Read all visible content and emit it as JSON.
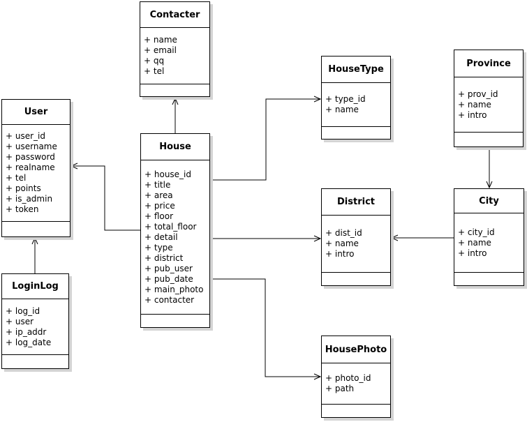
{
  "diagram": {
    "type": "uml-class-diagram",
    "entities": [
      {
        "id": "contacter",
        "name": "Contacter",
        "attributes": [
          "+ name",
          "+ email",
          "+ qq",
          "+ tel"
        ]
      },
      {
        "id": "user",
        "name": "User",
        "attributes": [
          "+ user_id",
          "+ username",
          "+ password",
          "+ realname",
          "+ tel",
          "+ points",
          "+ is_admin",
          "+ token"
        ]
      },
      {
        "id": "house",
        "name": "House",
        "attributes": [
          "+ house_id",
          "+ title",
          "+ area",
          "+ price",
          "+ floor",
          "+ total_floor",
          "+ detail",
          "+ type",
          "+ district",
          "+ pub_user",
          "+ pub_date",
          "+ main_photo",
          "+ contacter"
        ]
      },
      {
        "id": "housetype",
        "name": "HouseType",
        "attributes": [
          "+ type_id",
          "+ name"
        ]
      },
      {
        "id": "province",
        "name": "Province",
        "attributes": [
          "+ prov_id",
          "+ name",
          "+ intro"
        ]
      },
      {
        "id": "district",
        "name": "District",
        "attributes": [
          "+ dist_id",
          "+ name",
          "+ intro"
        ]
      },
      {
        "id": "city",
        "name": "City",
        "attributes": [
          "+ city_id",
          "+ name",
          "+ intro"
        ]
      },
      {
        "id": "loginlog",
        "name": "LoginLog",
        "attributes": [
          "+ log_id",
          "+ user",
          "+ ip_addr",
          "+ log_date"
        ]
      },
      {
        "id": "housephoto",
        "name": "HousePhoto",
        "attributes": [
          "+ photo_id",
          "+ path"
        ]
      }
    ],
    "relationships": [
      {
        "from": "house",
        "to": "contacter"
      },
      {
        "from": "house",
        "to": "user"
      },
      {
        "from": "loginlog",
        "to": "user"
      },
      {
        "from": "house",
        "to": "housetype"
      },
      {
        "from": "house",
        "to": "district"
      },
      {
        "from": "house",
        "to": "housephoto"
      },
      {
        "from": "province",
        "to": "city"
      },
      {
        "from": "city",
        "to": "district"
      }
    ],
    "colors": {
      "line": "#000000",
      "box_fill": "#ffffff",
      "shadow": "#d4d4d4",
      "background": "#ffffff"
    }
  }
}
